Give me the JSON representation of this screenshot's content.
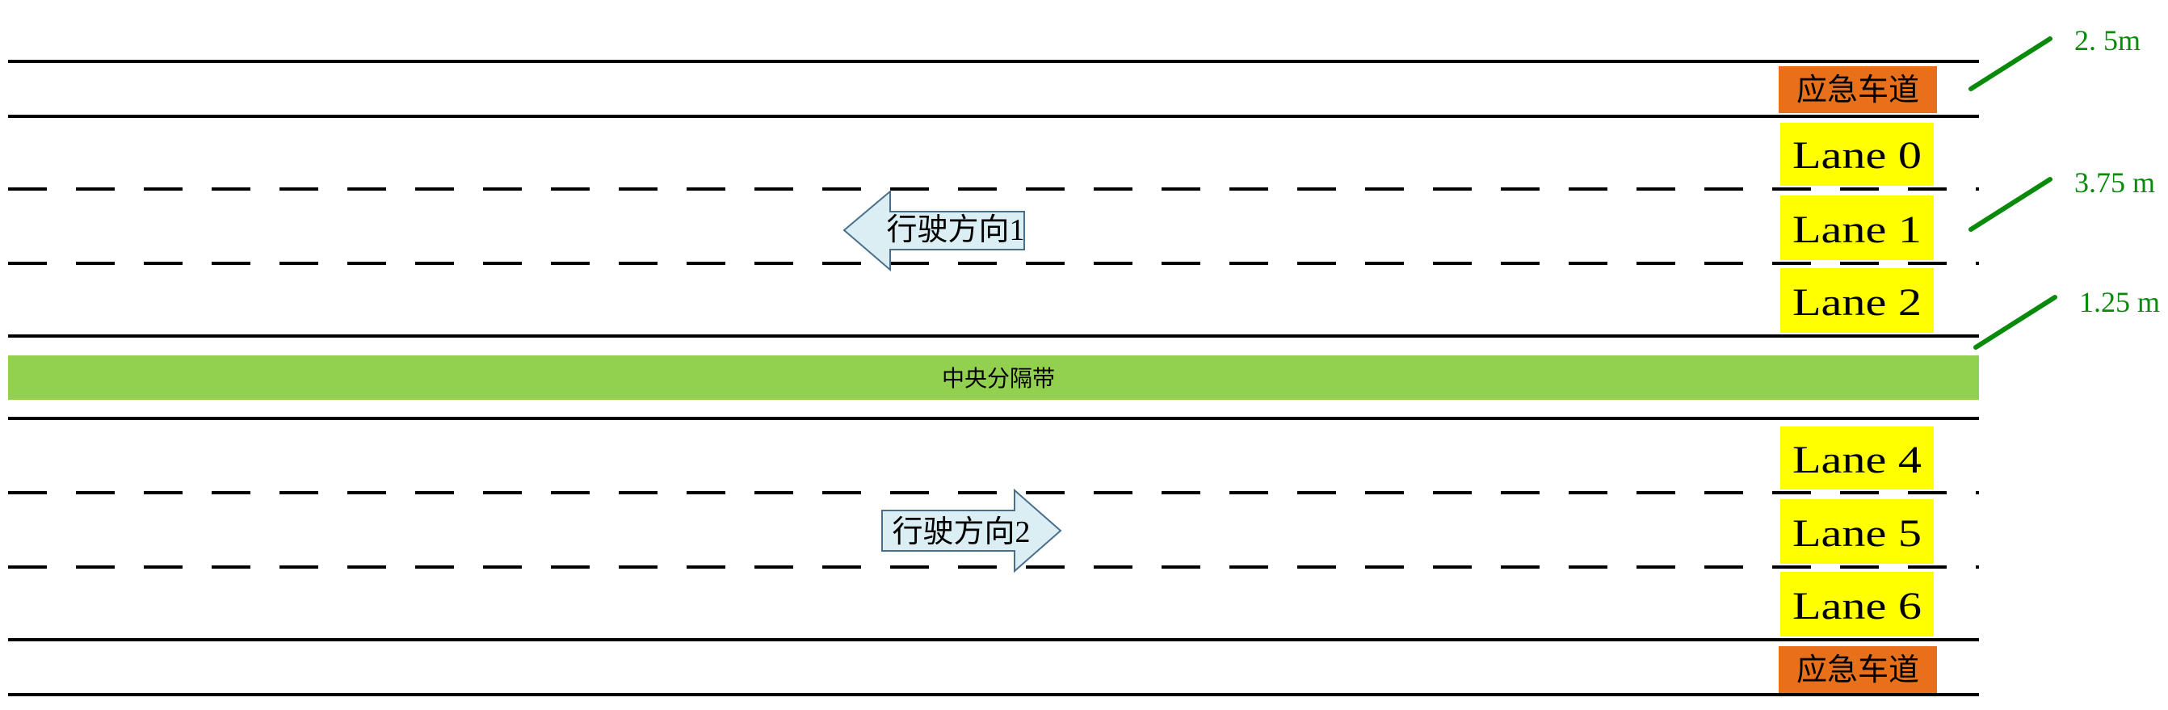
{
  "colors": {
    "line": "#000000",
    "emergency_fill": "#e8701a",
    "lane_fill": "#ffff00",
    "median_fill": "#92d050",
    "arrow_fill": "#daeef3",
    "arrow_stroke": "#4a6f8a",
    "dim_color": "#0a8a0a"
  },
  "median": {
    "label": "中央分隔带"
  },
  "directions": {
    "dir1": {
      "label": "行驶方向1",
      "pointing": "left"
    },
    "dir2": {
      "label": "行驶方向2",
      "pointing": "right"
    }
  },
  "emergency_lanes": {
    "top_label": "应急车道",
    "bottom_label": "应急车道"
  },
  "lanes": {
    "lane0": "Lane 0",
    "lane1": "Lane 1",
    "lane2": "Lane 2",
    "lane4": "Lane 4",
    "lane5": "Lane 5",
    "lane6": "Lane 6"
  },
  "dimensions": {
    "emergency_width": "2. 5m",
    "lane_width": "3.75 m",
    "median_width": "1.25 m"
  }
}
